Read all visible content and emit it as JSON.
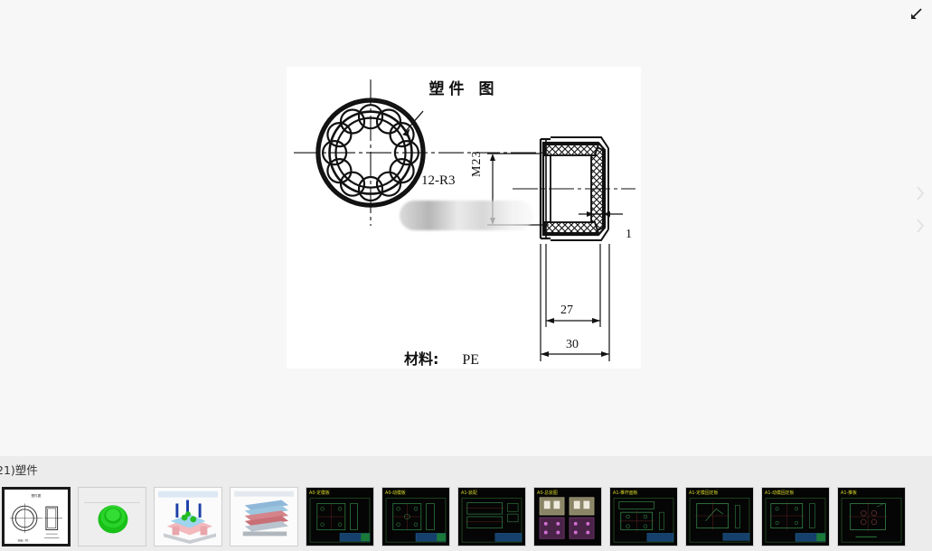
{
  "window": {
    "background_color": "#f7f7f7",
    "collapse_icon": "arrow-down-left-icon",
    "collapse_tooltip": "Collapse"
  },
  "caption": {
    "text": "21)塑件"
  },
  "drawing": {
    "title": "塑件 图",
    "title_plain": "塑件图",
    "material_label": "材料:",
    "material_value": "PE",
    "annotations": {
      "radius_count": "12",
      "radius_sep": "-",
      "radius_value": "R3",
      "radius_full": "12-R3"
    },
    "dimensions": {
      "width_inner": "27",
      "width_outer": "30",
      "wall_thickness": "1",
      "bore_thread": "M23",
      "bore_thread_parts": [
        "M",
        "2",
        "3"
      ]
    },
    "geometry": {
      "notch_count": 12,
      "view_left": "front-view-ring",
      "view_right": "section-view-cap"
    },
    "redacted_region": true,
    "paper_color": "#ffffff",
    "ink_color": "#111111"
  },
  "filmstrip": {
    "selected_index": 0,
    "thumbnails": [
      {
        "name": "thumb-part-drawing",
        "kind": "drawing",
        "label": ""
      },
      {
        "name": "thumb-3d-green-part",
        "kind": "render3d",
        "label": ""
      },
      {
        "name": "thumb-mold-assembly",
        "kind": "render3d",
        "label": ""
      },
      {
        "name": "thumb-mold-section",
        "kind": "render3d",
        "label": ""
      },
      {
        "name": "thumb-cad-fixed-half",
        "kind": "cad",
        "label": "A0-定模板"
      },
      {
        "name": "thumb-cad-moving-half",
        "kind": "cad",
        "label": "A0-动模板"
      },
      {
        "name": "thumb-cad-assembly",
        "kind": "cad",
        "label": "A1-装配"
      },
      {
        "name": "thumb-cad-total-assy",
        "kind": "cad",
        "label": "A0-总装图"
      },
      {
        "name": "thumb-cad-ejector-plate",
        "kind": "cad",
        "label": "A1-推杆面板"
      },
      {
        "name": "thumb-cad-fixed-plate",
        "kind": "cad",
        "label": "A1-定模固定板"
      },
      {
        "name": "thumb-cad-moving-plate",
        "kind": "cad",
        "label": "A1-动模固定板"
      },
      {
        "name": "thumb-cad-ejector",
        "kind": "cad",
        "label": "A1-推板"
      }
    ]
  },
  "navigation": {
    "next_arrow_icon": "chevron-right-icon",
    "prev_arrow_icon": "chevron-left-icon"
  }
}
